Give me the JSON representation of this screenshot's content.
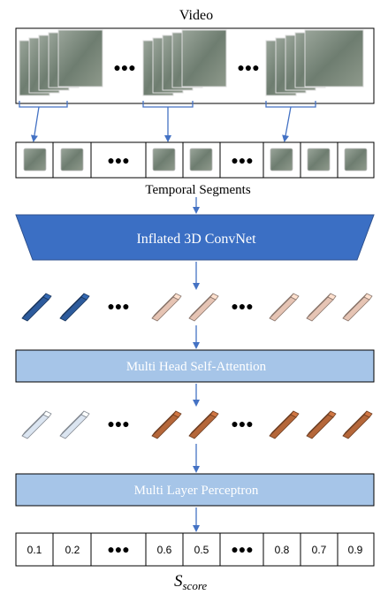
{
  "title": "Video",
  "segments_label": "Temporal Segments",
  "i3d_label": "Inflated 3D ConvNet",
  "mhsa_label": "Multi Head Self-Attention",
  "mlp_label": "Multi Layer Perceptron",
  "score_label": "S",
  "score_subscript": "score",
  "ellipsis": "●●●",
  "scores": [
    "0.1",
    "0.2",
    "●●●",
    "0.6",
    "0.5",
    "●●●",
    "0.8",
    "0.7",
    "0.9"
  ],
  "feature_row1_colors": [
    "#2d5b9c",
    "#2d5b9c",
    null,
    "#e6c4b4",
    "#e6c4b4",
    null,
    "#e6c4b4",
    "#e6c4b4",
    "#e6c4b4"
  ],
  "feature_row2_colors": [
    "#dbe5f1",
    "#dbe5f1",
    null,
    "#b5673a",
    "#b5673a",
    null,
    "#b5673a",
    "#b5673a",
    "#b5673a"
  ],
  "colors": {
    "i3d_fill": "#3b6fc4",
    "block_fill": "#a6c5e8",
    "arrow": "#4472c4",
    "frame_bg": "#7b8a7c"
  }
}
